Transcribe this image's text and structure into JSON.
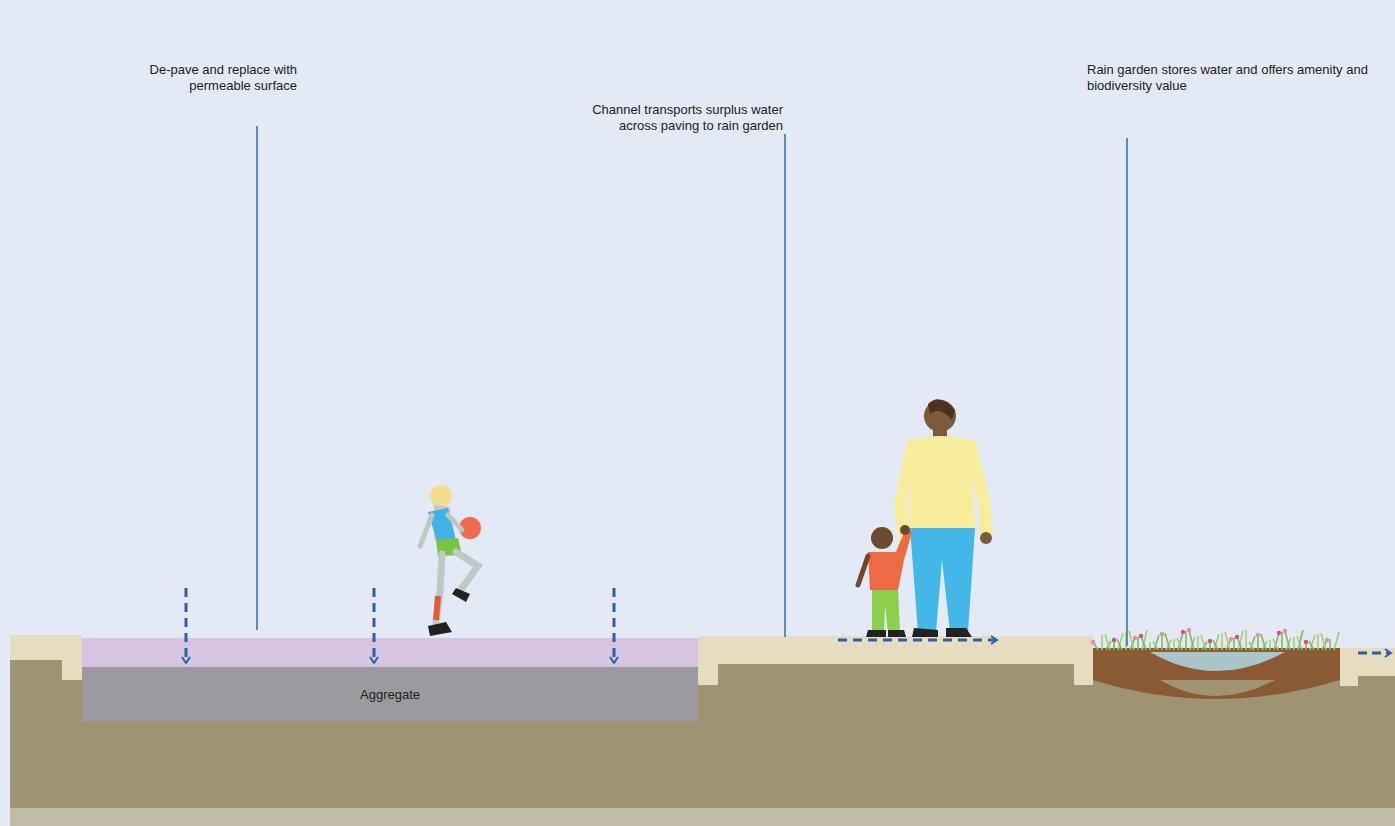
{
  "diagram": {
    "nodes": [
      {
        "text": [
          "Aggregate"
        ]
      }
    ],
    "labels": [
      "De-pave and replace with permeable surface",
      "Channel transports surplus water across paving to rain garden",
      "Rain garden stores water and offers amenity and biodiversity value"
    ]
  }
}
